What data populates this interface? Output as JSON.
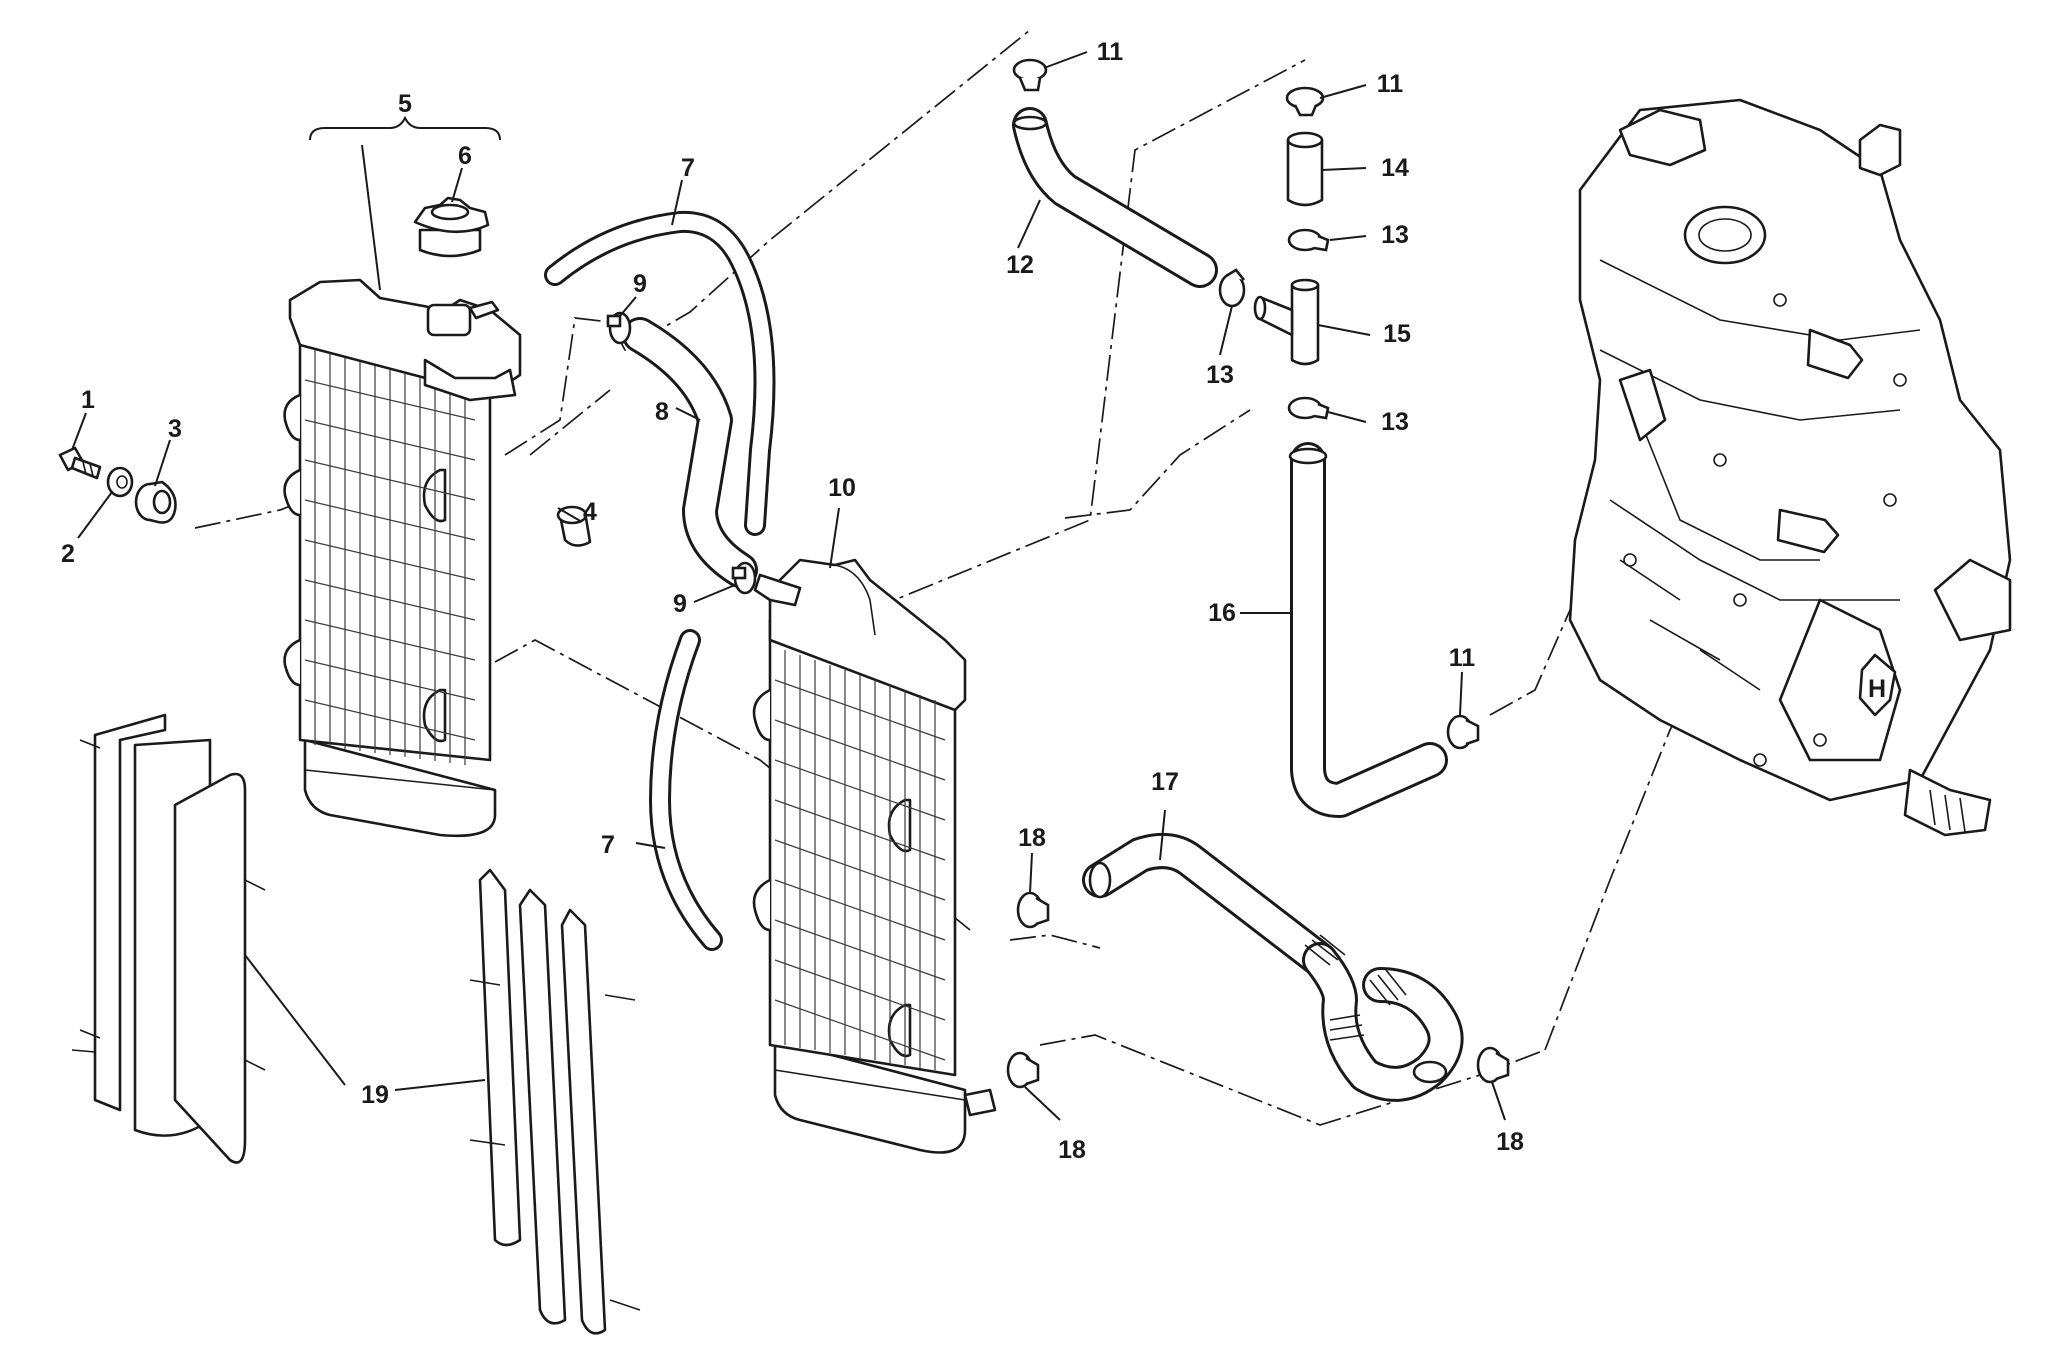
{
  "diagram": {
    "labels": [
      {
        "id": "1",
        "text": "1"
      },
      {
        "id": "2",
        "text": "2"
      },
      {
        "id": "3",
        "text": "3"
      },
      {
        "id": "4",
        "text": "4"
      },
      {
        "id": "5",
        "text": "5"
      },
      {
        "id": "6",
        "text": "6"
      },
      {
        "id": "7a",
        "text": "7"
      },
      {
        "id": "7b",
        "text": "7"
      },
      {
        "id": "8",
        "text": "8"
      },
      {
        "id": "9a",
        "text": "9"
      },
      {
        "id": "9b",
        "text": "9"
      },
      {
        "id": "10",
        "text": "10"
      },
      {
        "id": "11a",
        "text": "11"
      },
      {
        "id": "11b",
        "text": "11"
      },
      {
        "id": "11c",
        "text": "11"
      },
      {
        "id": "12",
        "text": "12"
      },
      {
        "id": "13a",
        "text": "13"
      },
      {
        "id": "13b",
        "text": "13"
      },
      {
        "id": "13c",
        "text": "13"
      },
      {
        "id": "14",
        "text": "14"
      },
      {
        "id": "15",
        "text": "15"
      },
      {
        "id": "16",
        "text": "16"
      },
      {
        "id": "17",
        "text": "17"
      },
      {
        "id": "18a",
        "text": "18"
      },
      {
        "id": "18b",
        "text": "18"
      },
      {
        "id": "18c",
        "text": "18"
      },
      {
        "id": "19",
        "text": "19"
      }
    ],
    "engine_logo": "H"
  }
}
